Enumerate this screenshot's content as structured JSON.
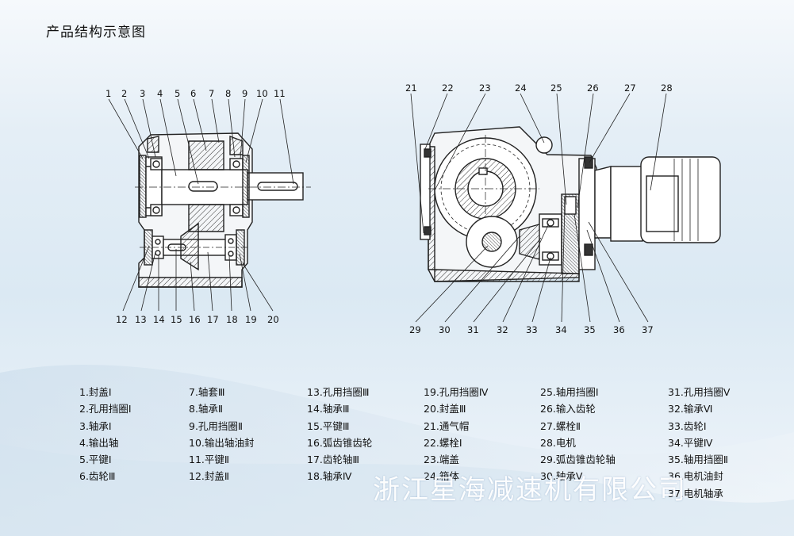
{
  "header": {
    "title": "产品结构示意图"
  },
  "diagram_left": {
    "top_labels": [
      "1",
      "2",
      "3",
      "4",
      "5",
      "6",
      "7",
      "8",
      "9",
      "10",
      "11"
    ],
    "bottom_labels": [
      "12",
      "13",
      "14",
      "15",
      "16",
      "17",
      "18",
      "19",
      "20"
    ]
  },
  "diagram_right": {
    "top_labels": [
      "21",
      "22",
      "23",
      "24",
      "25",
      "26",
      "27",
      "28"
    ],
    "bottom_labels": [
      "29",
      "30",
      "31",
      "32",
      "33",
      "34",
      "35",
      "36",
      "37"
    ]
  },
  "legend": {
    "columns": [
      [
        "1.封盖Ⅰ",
        "2.孔用挡圈Ⅰ",
        "3.轴承Ⅰ",
        "4.输出轴",
        "5.平键Ⅰ",
        "6.齿轮Ⅲ"
      ],
      [
        "7.轴套Ⅲ",
        "8.轴承Ⅱ",
        "9.孔用挡圈Ⅱ",
        "10.输出轴油封",
        "11.平键Ⅱ",
        "12.封盖Ⅱ"
      ],
      [
        "13.孔用挡圈Ⅲ",
        "14.轴承Ⅲ",
        "15.平键Ⅲ",
        "16.弧齿锥齿轮",
        "17.齿轮轴Ⅲ",
        "18.轴承Ⅳ"
      ],
      [
        "19.孔用挡圈Ⅳ",
        "20.封盖Ⅲ",
        "21.通气帽",
        "22.螺栓Ⅰ",
        "23.端盖",
        "24.箱体"
      ],
      [
        "25.轴用挡圈Ⅰ",
        "26.输入齿轮",
        "27.螺栓Ⅱ",
        "28.电机",
        "29.弧齿锥齿轮轴",
        "30.轴承Ⅴ"
      ],
      [
        "31.孔用挡圈Ⅴ",
        "32.输承Ⅵ",
        "33.齿轮Ⅰ",
        "34.平键Ⅳ",
        "35.轴用挡圈Ⅱ",
        "36.电机油封",
        "37.电机轴承"
      ]
    ]
  },
  "footer": {
    "company": "浙江星海减速机有限公司"
  },
  "colors": {
    "outline": "#222222",
    "hatch": "#333333",
    "body_fill": "#f4f6f8"
  }
}
